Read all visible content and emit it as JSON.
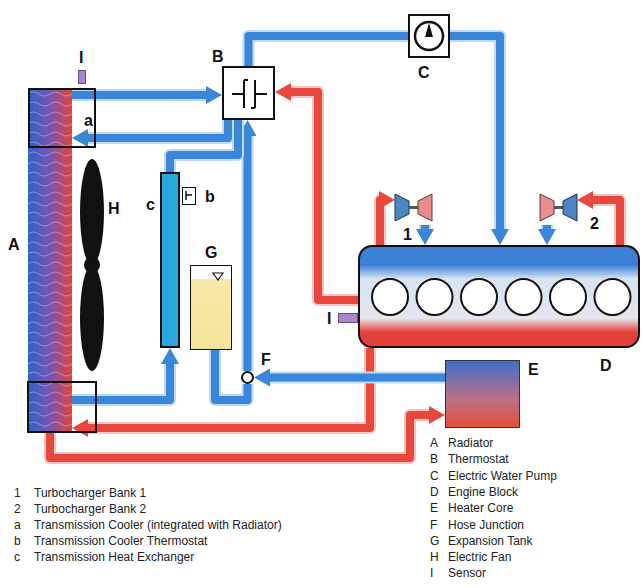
{
  "diagram": {
    "nodes": [
      {
        "text": [
          "A"
        ]
      },
      {
        "text": [
          "a"
        ],
        "in": 0
      },
      {
        "text": [
          "B"
        ]
      },
      {
        "text": [
          "C"
        ]
      },
      {
        "text": [
          "I"
        ]
      },
      {
        "text": [
          "H"
        ]
      },
      {
        "text": [
          "c"
        ]
      },
      {
        "text": [
          "b"
        ]
      },
      {
        "text": [
          "G"
        ]
      },
      {
        "text": [
          "F"
        ]
      },
      {
        "text": [
          "1"
        ]
      },
      {
        "text": [
          "2"
        ]
      },
      {
        "text": [
          "D"
        ]
      },
      {
        "text": [
          "I"
        ]
      },
      {
        "text": [
          "E"
        ]
      }
    ],
    "edges": [
      {
        "from": 0,
        "to": 2,
        "arrow": "to"
      },
      {
        "from": 2,
        "to": 3,
        "arrow": "none"
      },
      {
        "from": 3,
        "to": 12,
        "arrow": "to"
      },
      {
        "from": 2,
        "to": 0,
        "arrow": "to"
      },
      {
        "from": 12,
        "to": 2,
        "arrow": "to"
      },
      {
        "from": 12,
        "to": 0,
        "arrow": "to"
      },
      {
        "from": 0,
        "to": 14,
        "arrow": "to"
      },
      {
        "from": 14,
        "to": 9,
        "arrow": "to"
      },
      {
        "from": 9,
        "to": 2,
        "arrow": "to"
      },
      {
        "from": 0,
        "to": 6,
        "arrow": "to"
      },
      {
        "from": 6,
        "to": 2,
        "arrow": "none"
      },
      {
        "from": 8,
        "to": 9,
        "arrow": "none"
      },
      {
        "from": 12,
        "to": 10,
        "arrow": "to"
      },
      {
        "from": 10,
        "to": 12,
        "arrow": "to"
      },
      {
        "from": 12,
        "to": 11,
        "arrow": "to"
      },
      {
        "from": 11,
        "to": 12,
        "arrow": "to"
      }
    ],
    "labels": [
      "1",
      "2",
      "a",
      "b",
      "c",
      "A",
      "B",
      "C",
      "D",
      "E",
      "F",
      "G",
      "H",
      "I"
    ],
    "legend": [
      {
        "text": "Turbocharger Bank 1"
      },
      {
        "text": "Turbocharger Bank 2"
      },
      {
        "text": "Transmission Cooler (integrated with Radiator)"
      },
      {
        "text": "Transmission Cooler Thermostat"
      },
      {
        "text": "Transmission Heat Exchanger"
      },
      {
        "text": "Radiator"
      },
      {
        "text": "Thermostat"
      },
      {
        "text": "Electric Water Pump"
      },
      {
        "text": "Engine Block"
      },
      {
        "text": "Heater Core"
      },
      {
        "text": "Hose Junction"
      },
      {
        "text": "Expansion Tank"
      },
      {
        "text": "Electric Fan"
      },
      {
        "text": "Sensor"
      }
    ]
  }
}
